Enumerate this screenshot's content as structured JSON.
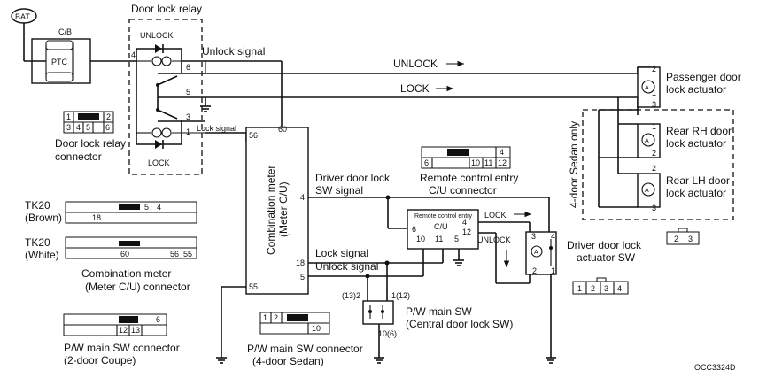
{
  "battery": {
    "label": "BAT"
  },
  "cb": {
    "label": "C/B",
    "ptc": "PTC"
  },
  "relay": {
    "title": "Door lock relay",
    "unlock": "UNLOCK",
    "lock": "LOCK",
    "pins": [
      "4",
      "6",
      "5",
      "3",
      "1"
    ],
    "unlock_signal": "Unlock signal",
    "lock_signal": "Lock signal",
    "connector_label": [
      "Door lock relay",
      "connector"
    ],
    "connector_pins": [
      "1",
      "2",
      "3",
      "4",
      "5",
      "6"
    ]
  },
  "meter": {
    "title": [
      "Combination meter",
      "(Meter C/U)"
    ],
    "pins": {
      "p60": "60",
      "p56": "56",
      "p4": "4",
      "p18": "18",
      "p5": "5",
      "p55": "55"
    }
  },
  "signals": {
    "unlock": "UNLOCK",
    "lock": "LOCK",
    "driver_lock": [
      "Driver door lock",
      "SW signal"
    ],
    "lock_signal": "Lock signal",
    "unlock_signal": "Unlock signal"
  },
  "actuators": {
    "passenger": [
      "Passenger door",
      "lock actuator"
    ],
    "rear_rh": [
      "Rear RH door",
      "lock actuator"
    ],
    "rear_lh": [
      "Rear LH door",
      "lock actuator"
    ],
    "sedan_only": "4-door Sedan only",
    "pins": {
      "a2": "2",
      "a1": "1",
      "a3": "3"
    },
    "connector_pins": [
      "2",
      "3"
    ]
  },
  "remote": {
    "title": [
      "Remote control entry",
      "C/U connector"
    ],
    "box_title": "Remote control entry",
    "cu": "C/U",
    "pins": {
      "p4": "4",
      "p6": "6",
      "p10": "10",
      "p11": "11",
      "p5": "5",
      "p12": "12"
    },
    "lock": "LOCK",
    "unlock": "UNLOCK",
    "connector_pins": [
      "4",
      "6",
      "10",
      "11",
      "12"
    ]
  },
  "driver_sw": {
    "label": [
      "Driver door lock",
      "actuator SW"
    ],
    "pins": {
      "p3": "3",
      "p4": "4",
      "p2": "2",
      "p1": "1"
    },
    "connector_pins": [
      "1",
      "2",
      "3",
      "4"
    ]
  },
  "tk20_brown": {
    "title": [
      "TK20",
      "(Brown)"
    ],
    "pins": [
      "5",
      "4",
      "18"
    ]
  },
  "tk20_white": {
    "title": [
      "TK20",
      "(White)"
    ],
    "pins": [
      "60",
      "56",
      "55"
    ]
  },
  "meter_connector": {
    "label": [
      "Combination meter",
      "(Meter C/U) connector"
    ]
  },
  "pw_sw": {
    "label": [
      "P/W main SW",
      "(Central door lock SW)"
    ],
    "pins": {
      "p13": "(13)2",
      "p12": "1(12)",
      "p10": "10(6)"
    }
  },
  "pw_coupe": {
    "label": [
      "P/W main SW connector",
      "(2-door Coupe)"
    ],
    "pins": [
      "6",
      "12",
      "13"
    ]
  },
  "pw_sedan": {
    "label": [
      "P/W main SW connector",
      "(4-door Sedan)"
    ],
    "pins": [
      "1",
      "2",
      "10"
    ]
  },
  "code": "OCC3324D"
}
